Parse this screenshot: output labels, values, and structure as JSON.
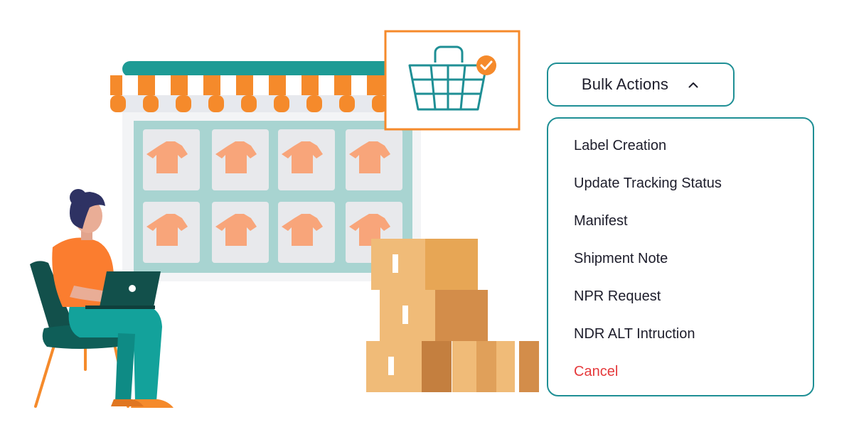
{
  "bulk_actions": {
    "label": "Bulk Actions",
    "chevron_icon": "chevron-up-icon",
    "expanded": true
  },
  "menu": {
    "items": [
      {
        "label": "Label Creation"
      },
      {
        "label": "Update Tracking Status"
      },
      {
        "label": "Manifest"
      },
      {
        "label": "Shipment Note"
      },
      {
        "label": "NPR Request"
      },
      {
        "label": "NDR ALT Intruction"
      },
      {
        "label": "Cancel",
        "color": "#e5393b"
      }
    ]
  },
  "colors": {
    "accent": "#1f8f95",
    "orange": "#f58a2b",
    "awning_teal": "#1e9b95",
    "shirt": "#f8a57a",
    "box": "#e8a85a",
    "person_shirt": "#fb7d2f",
    "pants": "#13a29b",
    "chair": "#12504b",
    "hair": "#2e3263",
    "cancel": "#e5393b"
  },
  "icons": [
    "storefront-illustration",
    "shopping-basket-icon",
    "check-badge-icon",
    "tshirt-icon",
    "cardboard-box-icon",
    "person-with-laptop-illustration"
  ]
}
